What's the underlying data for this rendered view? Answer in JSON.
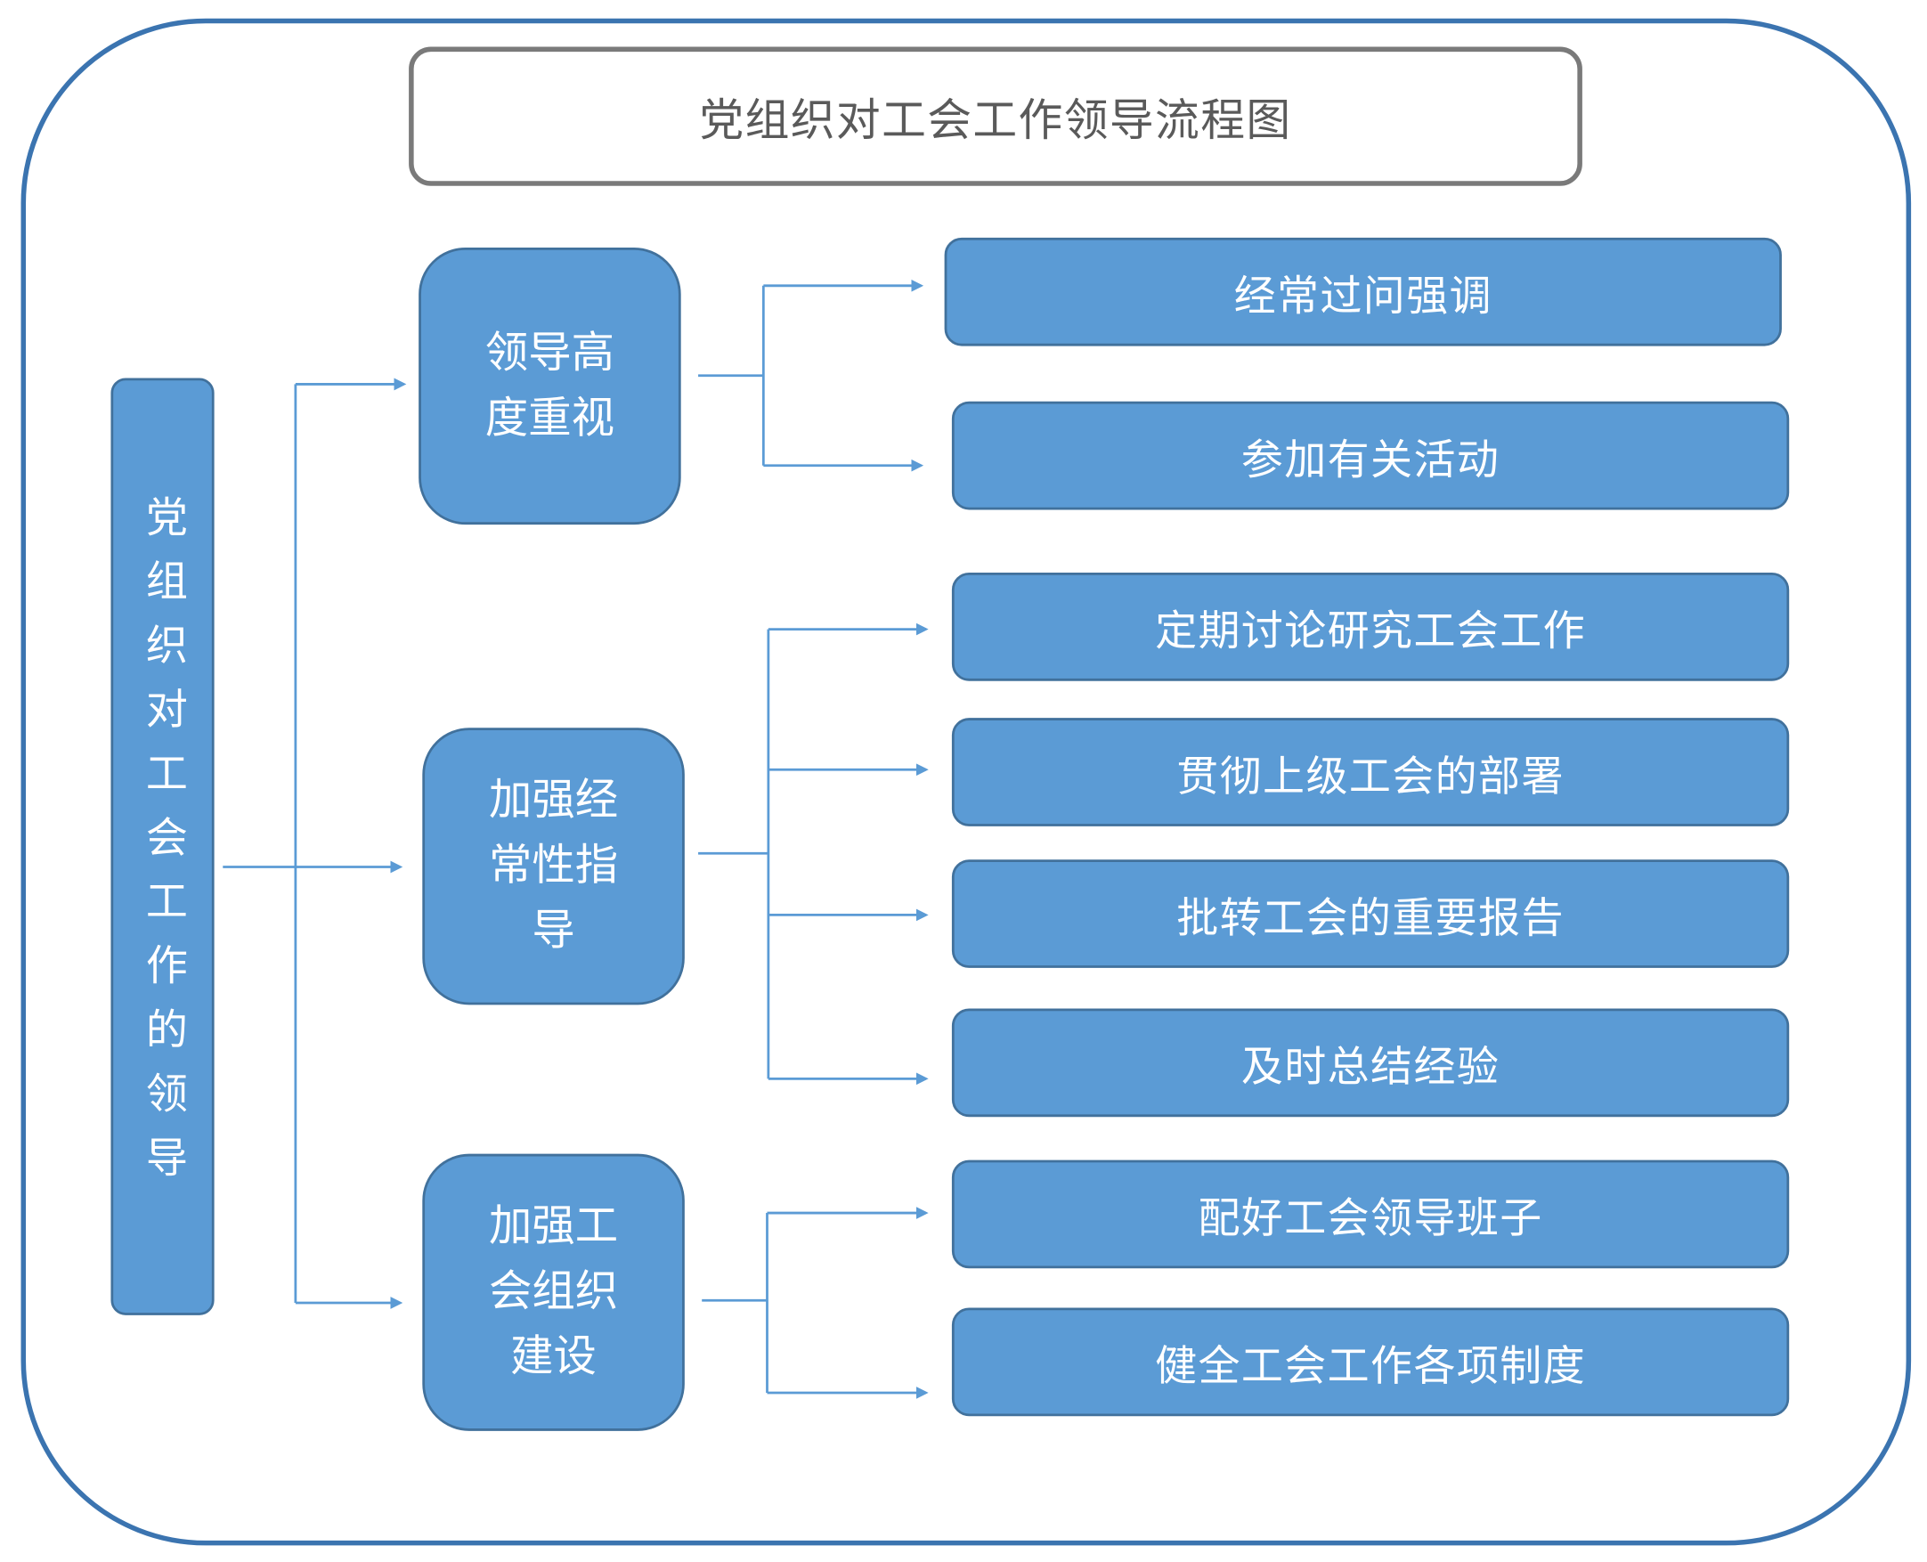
{
  "title": "党组织对工会工作领导流程图",
  "root": "党组织对工会工作的领导",
  "branches": [
    {
      "label": "领导高度重视",
      "items": [
        "经常过问强调",
        "参加有关活动"
      ]
    },
    {
      "label": "加强经常性指导",
      "items": [
        "定期讨论研究工会工作",
        "贯彻上级工会的部署",
        "批转工会的重要报告",
        "及时总结经验"
      ]
    },
    {
      "label": "加强工会组织建设",
      "items": [
        "配好工会领导班子",
        "健全工会工作各项制度"
      ]
    }
  ],
  "colors": {
    "box_fill": "#5b9bd5",
    "box_border": "#41719c",
    "frame": "#3b74b0",
    "connector": "#5b9bd5",
    "title_border": "#7a7a7a",
    "title_text": "#5a5a5a"
  }
}
